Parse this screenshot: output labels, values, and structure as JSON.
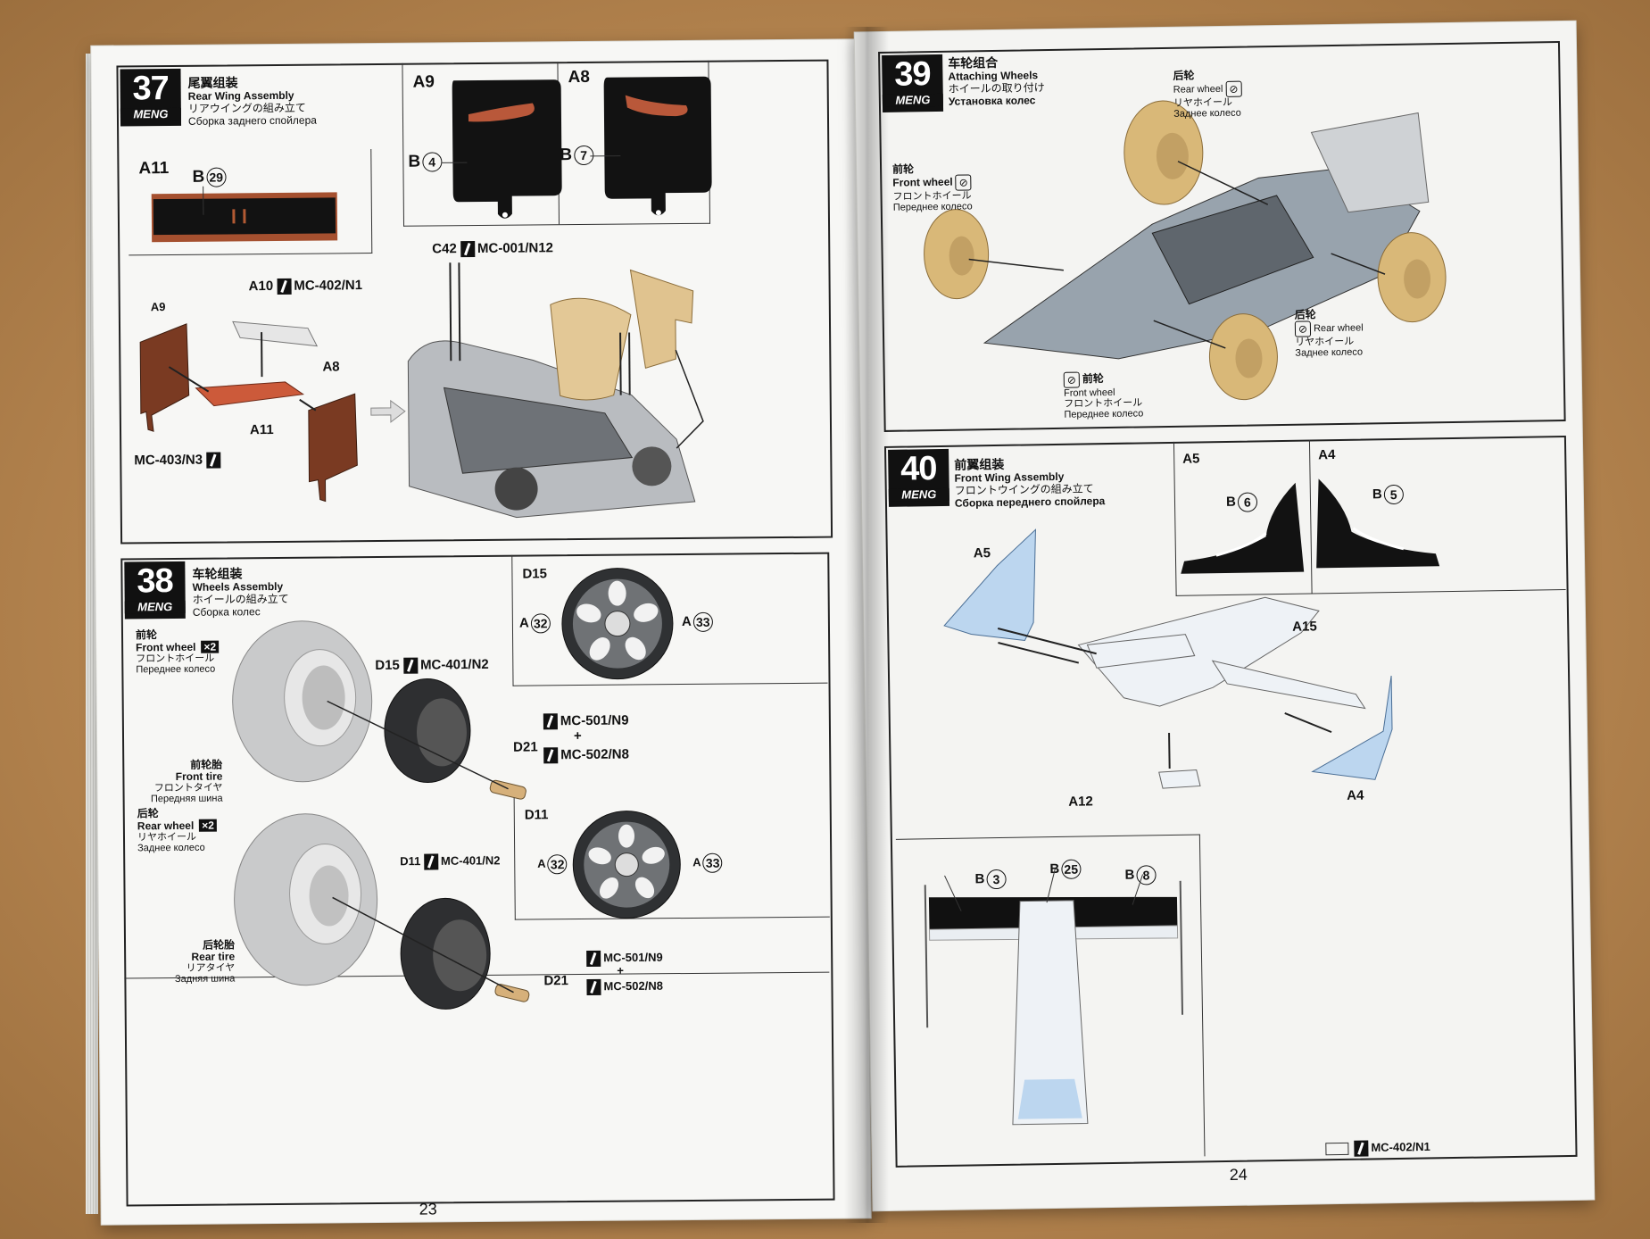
{
  "left_page": {
    "page_number": "23",
    "step37": {
      "number": "37",
      "brand": "MENG",
      "title_zh": "尾翼组装",
      "title_en": "Rear Wing Assembly",
      "title_ja": "リアウイングの組み立て",
      "title_ru": "Сборка заднего спойлера",
      "detail_a11": {
        "label": "A11",
        "callout": "B",
        "callout_num": "29"
      },
      "detail_a9": {
        "label": "A9",
        "callout": "B",
        "callout_num": "4"
      },
      "detail_a8": {
        "label": "A8",
        "callout": "B",
        "callout_num": "7"
      },
      "assembly": {
        "a9": "A9",
        "a8": "A8",
        "a11": "A11",
        "a10": "A10",
        "a10_paint": "MC-402/N1",
        "mc403": "MC-403/N3",
        "c42": "C42",
        "c42_paint": "MC-001/N12"
      }
    },
    "step38": {
      "number": "38",
      "brand": "MENG",
      "title_zh": "车轮组装",
      "title_en": "Wheels Assembly",
      "title_ja": "ホイールの組み立て",
      "title_ru": "Сборка колес",
      "front": {
        "zh": "前轮",
        "en": "Front wheel",
        "ja": "フロントホイール",
        "ru": "Переднее колесо",
        "qty": "×2",
        "tire_zh": "前轮胎",
        "tire_en": "Front tire",
        "tire_ja": "フロントタイヤ",
        "tire_ru": "Передняя шина",
        "d15": "D15",
        "d15_paint": "MC-401/N2",
        "d21": "D21",
        "paint1": "MC-501/N9",
        "plus": "+",
        "paint2": "MC-502/N8",
        "detail": {
          "label": "D15",
          "left": "A",
          "left_num": "32",
          "right": "A",
          "right_num": "33"
        }
      },
      "rear": {
        "zh": "后轮",
        "en": "Rear wheel",
        "ja": "リヤホイール",
        "ru": "Заднее колесо",
        "qty": "×2",
        "tire_zh": "后轮胎",
        "tire_en": "Rear tire",
        "tire_ja": "リアタイヤ",
        "tire_ru": "Задняя шина",
        "d11": "D11",
        "d11_paint": "MC-401/N2",
        "d21": "D21",
        "paint1": "MC-501/N9",
        "plus": "+",
        "paint2": "MC-502/N8",
        "detail": {
          "label": "D11",
          "left": "A",
          "left_num": "32",
          "right": "A",
          "right_num": "33"
        }
      }
    }
  },
  "right_page": {
    "page_number": "24",
    "step39": {
      "number": "39",
      "brand": "MENG",
      "title_zh": "车轮组合",
      "title_en": "Attaching Wheels",
      "title_ja": "ホイールの取り付け",
      "title_ru": "Установка колес",
      "rear_top": {
        "zh": "后轮",
        "en": "Rear wheel",
        "ja": "リヤホイール",
        "ru": "Заднее колесо"
      },
      "front_left": {
        "zh": "前轮",
        "en": "Front wheel",
        "ja": "フロントホイール",
        "ru": "Переднее колесо"
      },
      "rear_right": {
        "zh": "后轮",
        "en": "Rear wheel",
        "ja": "リヤホイール",
        "ru": "Заднее колесо"
      },
      "front_bottom": {
        "zh": "前轮",
        "en": "Front wheel",
        "ja": "フロントホイール",
        "ru": "Переднее колесо"
      }
    },
    "step40": {
      "number": "40",
      "brand": "MENG",
      "title_zh": "前翼组装",
      "title_en": "Front Wing Assembly",
      "title_ja": "フロントウイングの組み立て",
      "title_ru": "Сборка переднего спойлера",
      "detail_a5": {
        "label": "A5",
        "callout": "B",
        "callout_num": "6"
      },
      "detail_a4": {
        "label": "A4",
        "callout": "B",
        "callout_num": "5"
      },
      "assembly": {
        "a5": "A5",
        "a15": "A15",
        "a12": "A12",
        "a4": "A4"
      },
      "decals": {
        "b3": "B",
        "b3_num": "3",
        "b25": "B",
        "b25_num": "25",
        "b8": "B",
        "b8_num": "8"
      },
      "paint_legend": "MC-402/N1"
    }
  }
}
